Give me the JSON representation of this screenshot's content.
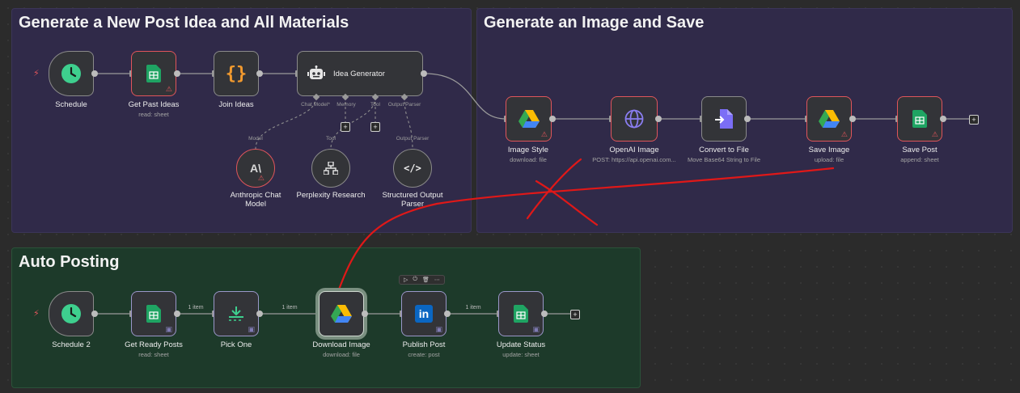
{
  "groups": {
    "top_left": {
      "title": "Generate a New Post Idea and All Materials"
    },
    "top_right": {
      "title": "Generate an Image and Save"
    },
    "bottom": {
      "title": "Auto Posting"
    }
  },
  "nodes": {
    "schedule": {
      "label": "Schedule"
    },
    "get_past_ideas": {
      "label": "Get Past Ideas",
      "sub": "read: sheet"
    },
    "join_ideas": {
      "label": "Join Ideas"
    },
    "idea_generator": {
      "label": "Idea Generator",
      "ports": [
        "Chat Model*",
        "Memory",
        "Tool",
        "Output Parser"
      ]
    },
    "anthropic": {
      "label_line1": "Anthropic Chat",
      "label_line2": "Model",
      "port": "Model"
    },
    "perplexity": {
      "label": "Perplexity Research",
      "port": "Tool"
    },
    "structured": {
      "label_line1": "Structured Output",
      "label_line2": "Parser",
      "port": "Output Parser"
    },
    "image_style": {
      "label": "Image Style",
      "sub": "download: file"
    },
    "openai_image": {
      "label": "OpenAI Image",
      "sub": "POST: https://api.openai.com..."
    },
    "convert_file": {
      "label": "Convert to File",
      "sub": "Move Base64 String to File"
    },
    "save_image": {
      "label": "Save Image",
      "sub": "upload: file"
    },
    "save_post": {
      "label": "Save Post",
      "sub": "append: sheet"
    },
    "schedule2": {
      "label": "Schedule 2"
    },
    "get_ready": {
      "label": "Get Ready Posts",
      "sub": "read: sheet"
    },
    "pick_one": {
      "label": "Pick One"
    },
    "download_image": {
      "label": "Download Image",
      "sub": "download: file"
    },
    "publish_post": {
      "label": "Publish Post",
      "sub": "create: post"
    },
    "update_status": {
      "label": "Update Status",
      "sub": "update: sheet"
    }
  },
  "connections": {
    "item_label": "1 item"
  },
  "icons": {
    "clock": "clock-icon",
    "sheets": "google-sheets-icon",
    "braces": "code-braces-icon",
    "robot": "robot-icon",
    "drive": "google-drive-icon",
    "globe": "globe-icon",
    "convert": "convert-file-icon",
    "anthropic": "anthropic-icon",
    "network": "network-icon",
    "code": "code-brackets-icon",
    "download": "download-arrow-icon",
    "linkedin": "linkedin-icon",
    "bolt": "lightning-bolt-icon",
    "warning": "warning-triangle-icon"
  },
  "colors": {
    "purple_group": "#302a49",
    "green_group": "#1d3a2a",
    "error_border": "#e0555b",
    "annotation_red": "#e01818",
    "clock_green": "#3ecf8e",
    "sheets_green": "#1fa463",
    "linkedin_blue": "#0a66c2"
  }
}
